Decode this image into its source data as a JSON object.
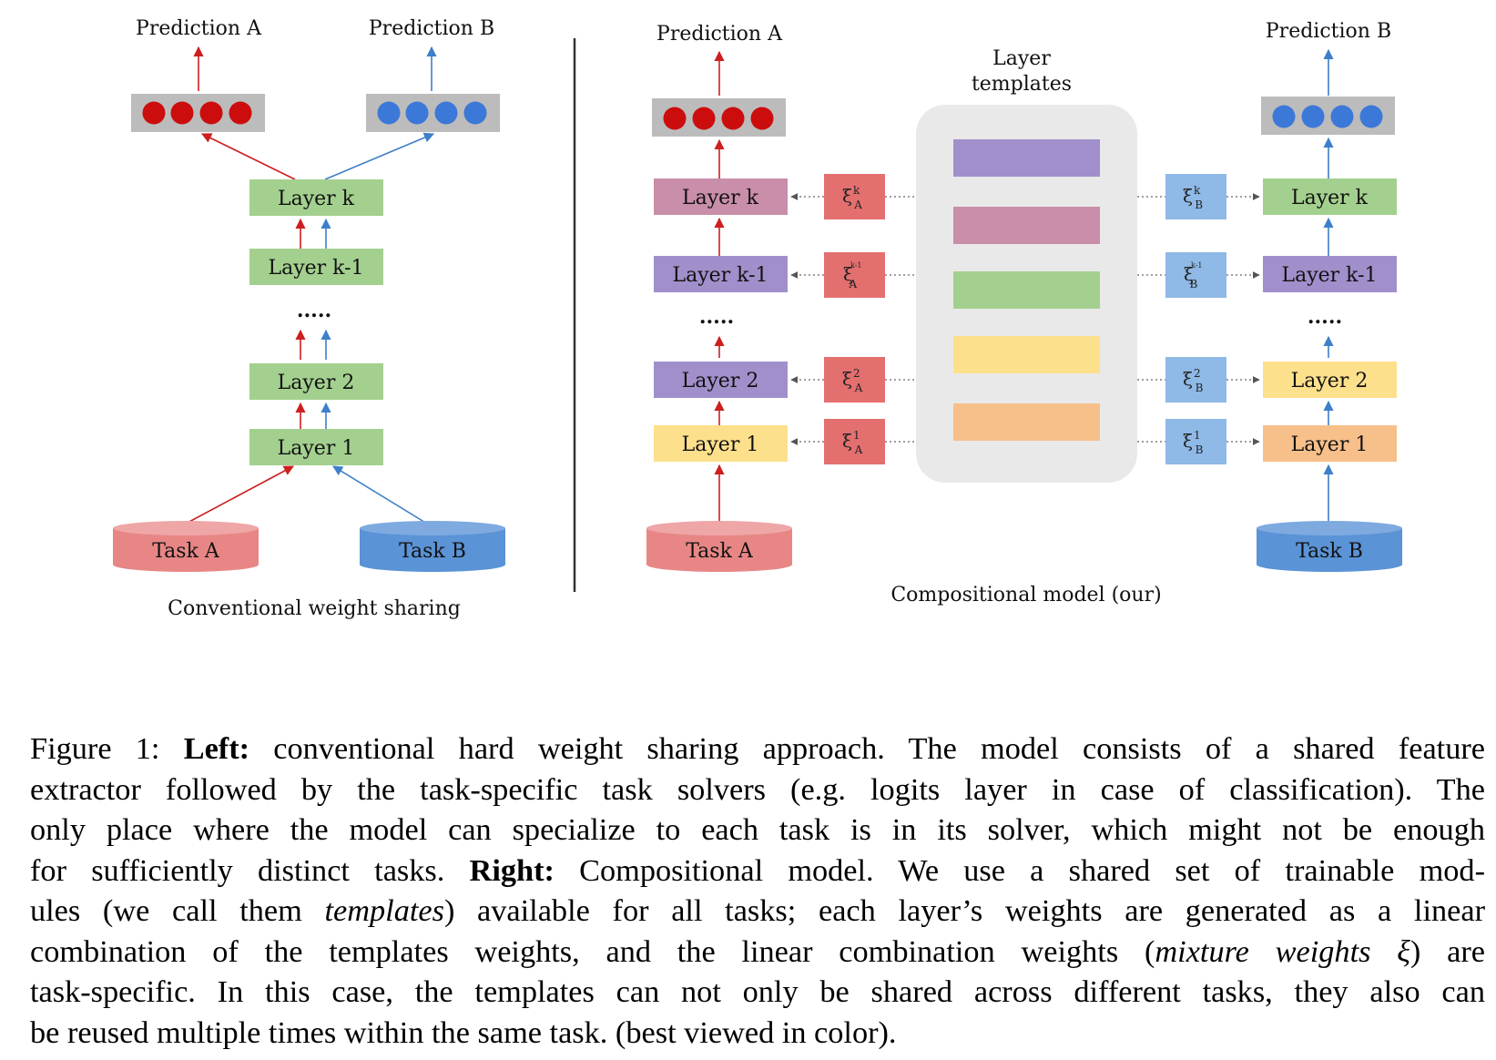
{
  "left": {
    "title": "Conventional weight sharing",
    "prediction_a": "Prediction A",
    "prediction_b": "Prediction B",
    "layers": [
      "Layer k",
      "Layer k-1",
      "Layer 2",
      "Layer 1"
    ],
    "ellipsis": ".....",
    "task_a": "Task A",
    "task_b": "Task B"
  },
  "right": {
    "title": "Compositional model (our)",
    "prediction_a": "Prediction A",
    "prediction_b": "Prediction B",
    "templates_label_line1": "Layer",
    "templates_label_line2": "templates",
    "layers_a": [
      "Layer k",
      "Layer k-1",
      "Layer 2",
      "Layer 1"
    ],
    "layers_b": [
      "Layer k",
      "Layer k-1",
      "Layer 2",
      "Layer 1"
    ],
    "ellipsis": ".....",
    "task_a": "Task A",
    "task_b": "Task B",
    "xi_symbol": "ξ",
    "xi_a": [
      {
        "sup": "k",
        "sub": "A"
      },
      {
        "sup": "k-1",
        "sub": "A"
      },
      {
        "sup": "2",
        "sub": "A"
      },
      {
        "sup": "1",
        "sub": "A"
      }
    ],
    "xi_b": [
      {
        "sup": "k",
        "sub": "B"
      },
      {
        "sup": "k-1",
        "sub": "B"
      },
      {
        "sup": "2",
        "sub": "B"
      },
      {
        "sup": "1",
        "sub": "B"
      }
    ]
  },
  "colors": {
    "green": "#a4d08f",
    "pink": "#c98ea9",
    "purple": "#a18fcb",
    "yellow": "#fde08c",
    "orange": "#f7bf8a",
    "red_node": "#cc0d0d",
    "blue_node": "#3b78d8",
    "task_red": "#e88686",
    "task_blue": "#5a93d6",
    "xi_red": "#e46f6f",
    "xi_blue": "#8fb9e6",
    "gray_bar": "#bcbcbc",
    "templates_bg": "#e9e9e9",
    "arrow_red": "#cc1f1f",
    "arrow_blue": "#3d7fc9"
  },
  "caption": {
    "figure_label": "Figure 1:",
    "left_label": "Left:",
    "text1": " conventional hard weight sharing approach. The model consists of a shared feature",
    "text2": "extractor followed by the task-specific task solvers (e.g.  logits layer in case of classification).  The",
    "text3": "only place where the model can specialize to each task is in its solver, which might not be enough",
    "text4a": "for sufficiently distinct tasks. ",
    "right_label": "Right:",
    "text4b": " Compositional model. We use a shared set of trainable mod-",
    "text5a": "ules (we call them ",
    "templates_word": "templates",
    "text5b": ") available for all tasks; each layer’s weights are generated as a linear",
    "text6a": "combination of the templates weights, and the linear combination weights (",
    "mixture_phrase": "mixture weights ξ",
    "text6b": ") are",
    "text7": "task-specific. In this case, the templates can not only be shared across different tasks, they also can",
    "text8": "be reused multiple times within the same task. (best viewed in color)."
  }
}
